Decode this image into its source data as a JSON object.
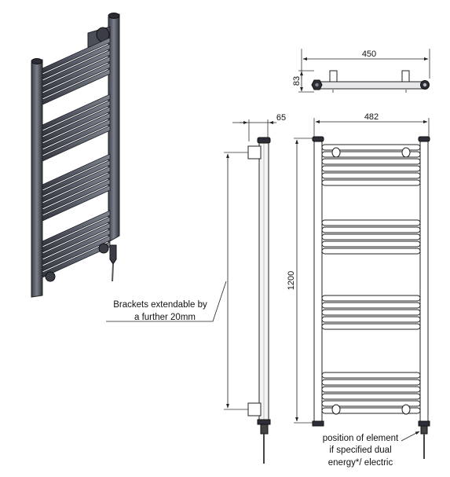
{
  "dimensions": {
    "top_width": "450",
    "top_depth": "83",
    "side_depth": "65",
    "front_width": "482",
    "front_height": "1200"
  },
  "annotations": {
    "brackets_line1": "Brackets extendable by",
    "brackets_line2": "a further 20mm",
    "element_line1": "position of element",
    "element_line2": "if specified dual",
    "element_line3": "energy*/ electric"
  },
  "colors": {
    "rail_fill": "#5b5f6b",
    "rail_dark": "#2c2f37",
    "rail_light": "#8a8e99",
    "line": "#222222"
  }
}
